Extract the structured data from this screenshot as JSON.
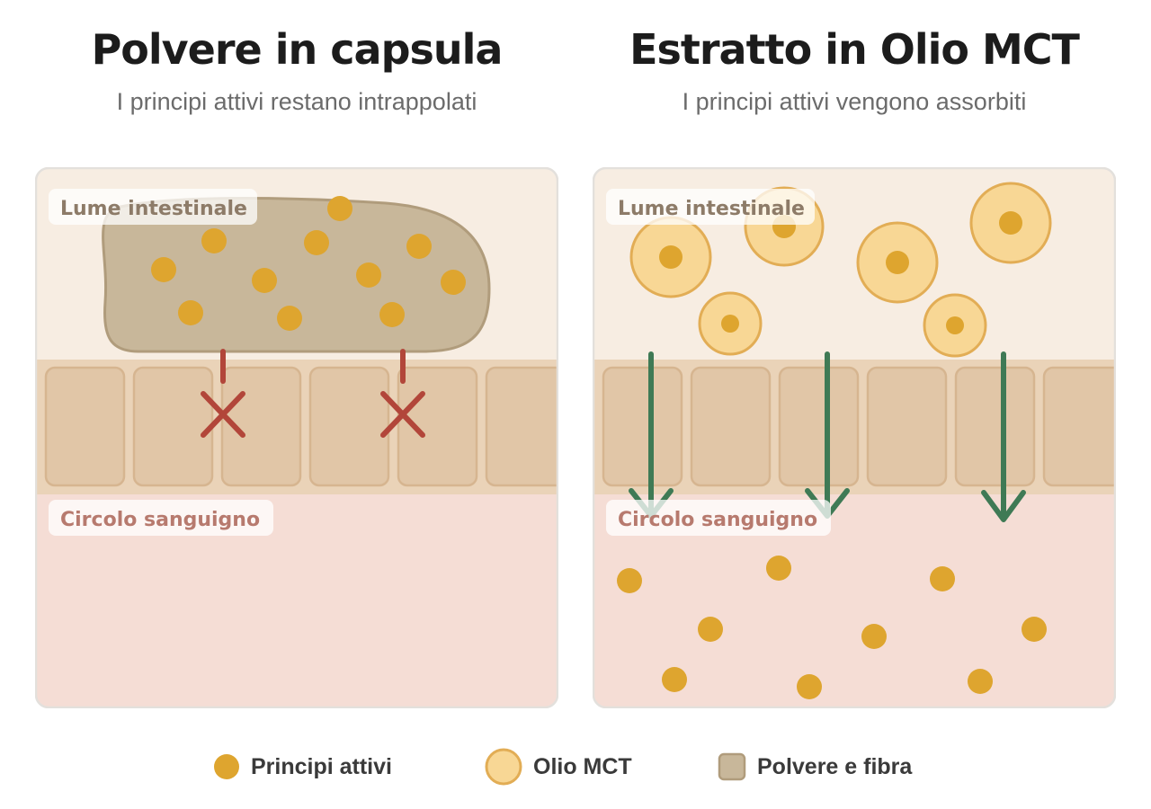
{
  "left": {
    "title": "Polvere in capsula",
    "subtitle": "I principi attivi restano intrappolati",
    "lumen_label": "Lume intestinale",
    "blood_label": "Circolo sanguigno"
  },
  "right": {
    "title": "Estratto in Olio MCT",
    "subtitle": "I principi attivi vengono assorbiti",
    "lumen_label": "Lume intestinale",
    "blood_label": "Circolo sanguigno"
  },
  "legend": {
    "active": "Principi attivi",
    "oil": "Olio MCT",
    "powder": "Polvere e fibra"
  },
  "colors": {
    "lumen": "#f7ede2",
    "epithelium": "#ead3b8",
    "cell": "#e1c6a7",
    "blood": "#f5ddd5",
    "active": "#dea52f",
    "oil": "#f8d795",
    "oil_border": "#e2ad55",
    "powder": "#c8b79a",
    "blocked": "#b2463a",
    "absorbed": "#3f7a55"
  }
}
